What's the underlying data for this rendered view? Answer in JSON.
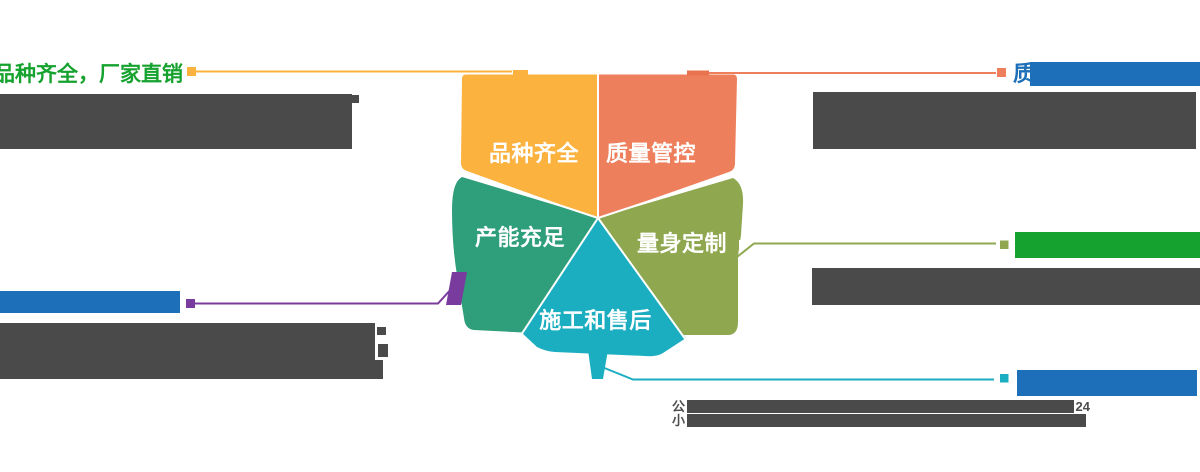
{
  "diagram": {
    "type": "five-petal flower infographic",
    "background": "#ffffff",
    "petals": [
      {
        "id": "variety",
        "label": "品种齐全",
        "color": "#FBB23F",
        "position": "top-left"
      },
      {
        "id": "quality",
        "label": "质量管控",
        "color": "#EE7F5D",
        "position": "top-right"
      },
      {
        "id": "capacity",
        "label": "产能充足",
        "color": "#2F9E7B",
        "position": "left"
      },
      {
        "id": "custom",
        "label": "量身定制",
        "color": "#8FA850",
        "position": "right"
      },
      {
        "id": "service",
        "label": "施工和售后",
        "color": "#1BAEC1",
        "position": "bottom"
      }
    ]
  },
  "callouts": {
    "top_left": {
      "title": "品种齐全，厂家直销",
      "title_color": "#16A22E",
      "line_color": "#FBB23F",
      "body_redacted": true,
      "body_color": "#4A4A4A"
    },
    "top_right": {
      "title_visible_start": "质",
      "title_color": "#1C6FB8",
      "title_redacted": true,
      "line_color": "#EE7F5D",
      "body_redacted": true,
      "body_color": "#4A4A4A"
    },
    "mid_left": {
      "title_redacted": true,
      "title_color": "#1C6FB8",
      "line_color": "#7A3B9E",
      "body_redacted": true,
      "body_color": "#4A4A4A"
    },
    "mid_right": {
      "title_redacted": true,
      "title_color": "#16A22E",
      "line_color": "#8FA850",
      "body_redacted": true,
      "body_color": "#4A4A4A"
    },
    "bottom_right": {
      "title_redacted": true,
      "title_color": "#1C6FB8",
      "line_color": "#1BAEC1",
      "body_line1_start": "公",
      "body_line1_end": "24",
      "body_line2_start": "小",
      "body_redacted": true,
      "body_color": "#4A4A4A"
    }
  }
}
